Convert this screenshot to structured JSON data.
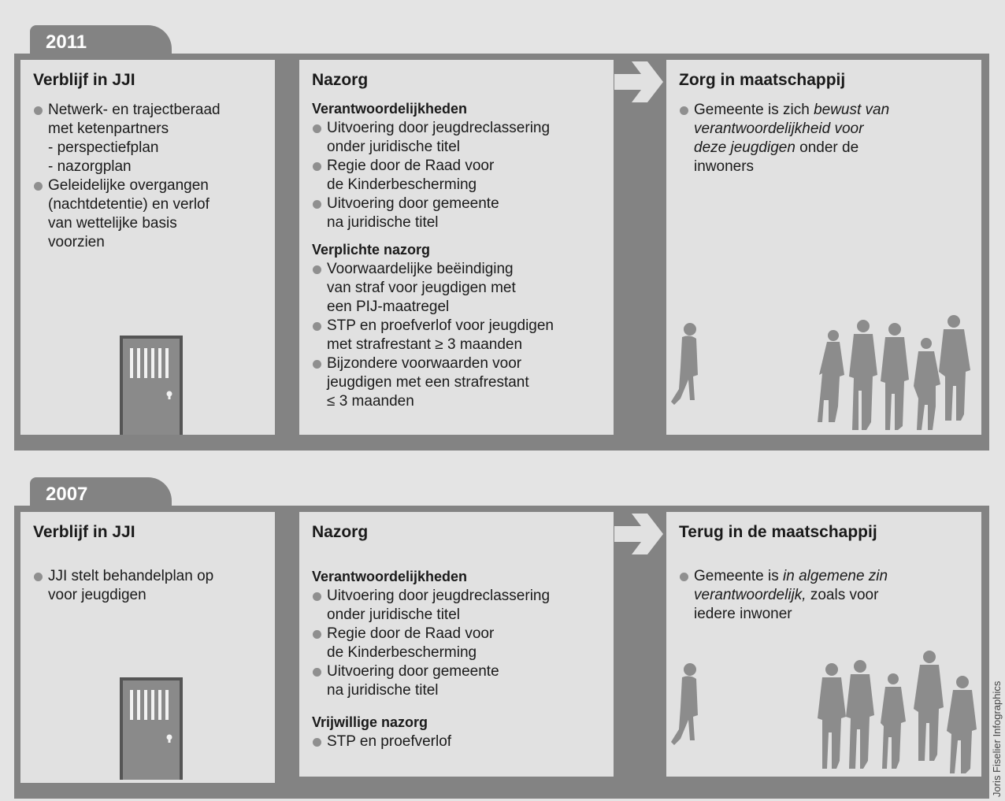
{
  "credit": "Joris Fiselier Infographics",
  "panels": [
    {
      "year": "2011",
      "verblijf": {
        "title": "Verblijf in JJI",
        "b1": [
          "Netwerk- en trajectberaad",
          "met  ketenpartners",
          "- perspectiefplan",
          "- nazorgplan"
        ],
        "b2": [
          "Geleidelijke overgangen",
          "(nachtdetentie) en verlof",
          "van wettelijke basis",
          "voorzien"
        ]
      },
      "nazorg": {
        "title": "Nazorg",
        "sub1": "Verantwoordelijkheden",
        "sub1_items": [
          [
            "Uitvoering door jeugdreclassering",
            "onder juridische titel"
          ],
          [
            "Regie door de Raad voor",
            "de Kinderbescherming"
          ],
          [
            "Uitvoering door gemeente",
            "na juridische titel"
          ]
        ],
        "sub2": "Verplichte nazorg",
        "sub2_items": [
          [
            "Voorwaardelijke beëindiging",
            "van straf voor jeugdigen met",
            "een PIJ-maatregel"
          ],
          [
            "STP en proefverlof voor jeugdigen",
            "met strafrestant ≥ 3 maanden"
          ],
          [
            "Bijzondere voorwaarden voor",
            "jeugdigen met een strafrestant",
            "≤ 3 maanden"
          ]
        ]
      },
      "zorg": {
        "title": "Zorg in maatschappij",
        "l1": "Gemeente is zich ",
        "l1i": "bewust van",
        "l2i": "verantwoordelijkheid voor",
        "l3i": "deze jeugdigen",
        "l3": " onder de",
        "l4": "inwoners"
      }
    },
    {
      "year": "2007",
      "verblijf": {
        "title": "Verblijf in JJI",
        "b1": [
          "JJI stelt behandelplan op",
          "voor jeugdigen"
        ]
      },
      "nazorg": {
        "title": "Nazorg",
        "sub1": "Verantwoordelijkheden",
        "sub1_items": [
          [
            "Uitvoering door jeugdreclassering",
            "onder juridische titel"
          ],
          [
            "Regie door de Raad voor",
            "de Kinderbescherming"
          ],
          [
            "Uitvoering door gemeente",
            "na juridische titel"
          ]
        ],
        "sub2": "Vrijwillige nazorg",
        "sub2_items": [
          [
            "STP en proefverlof"
          ]
        ]
      },
      "zorg": {
        "title": "Terug in de maatschappij",
        "l1": "Gemeente is ",
        "l1i": "in algemene zin",
        "l2i": "verantwoordelijk,",
        "l2": " zoals voor",
        "l3": "iedere inwoner"
      }
    }
  ],
  "colors": {
    "band": "#838383",
    "box": "#e1e1e1",
    "silhouette": "#8c8c8c",
    "arrow": "#e1e1e1"
  }
}
